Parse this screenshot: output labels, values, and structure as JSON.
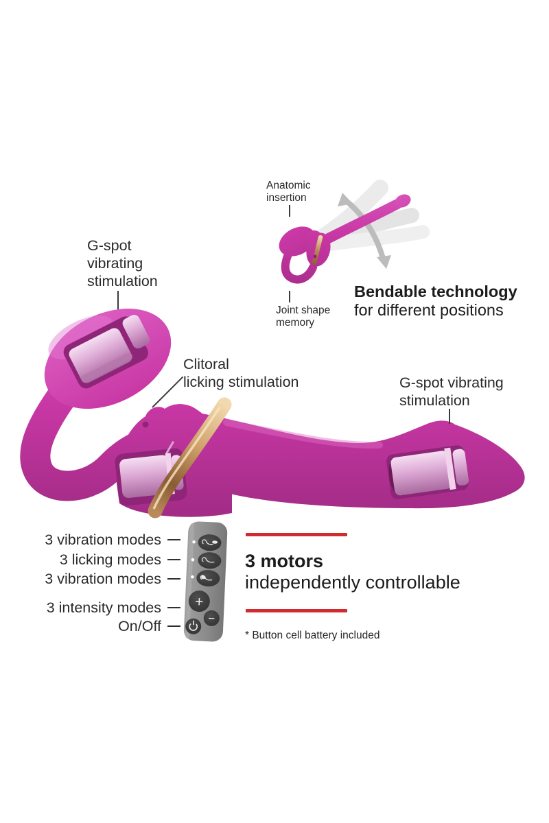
{
  "bendable_section": {
    "anatomic_label": [
      "Anatomic",
      "insertion"
    ],
    "joint_label": [
      "Joint shape",
      "memory"
    ],
    "headline_bold": "Bendable technology",
    "headline_regular": "for different positions"
  },
  "callouts": {
    "left_gspot": [
      "G-spot",
      "vibrating",
      "stimulation"
    ],
    "clitoral": [
      "Clitoral",
      "licking stimulation"
    ],
    "right_gspot": [
      "G-spot vibrating",
      "stimulation"
    ]
  },
  "remote_section": {
    "mode_labels": [
      "3 vibration modes",
      "3 licking modes",
      "3 vibration modes",
      "3 intensity modes",
      "On/Off"
    ],
    "plus_label": "+",
    "minus_label": "−"
  },
  "motors_section": {
    "title": "3 motors",
    "subtitle": "independently controllable",
    "footnote": "* Button cell battery included"
  },
  "colors": {
    "product_pink": "#c93aa7",
    "metallic_pink": "#ddaad6",
    "rose_gold": "#c2905c",
    "accent_red": "#cf2b31",
    "remote_gray": "#8d8d8d",
    "ghost_gray": "#ebebeb",
    "text_dark": "#1c1c1c"
  }
}
